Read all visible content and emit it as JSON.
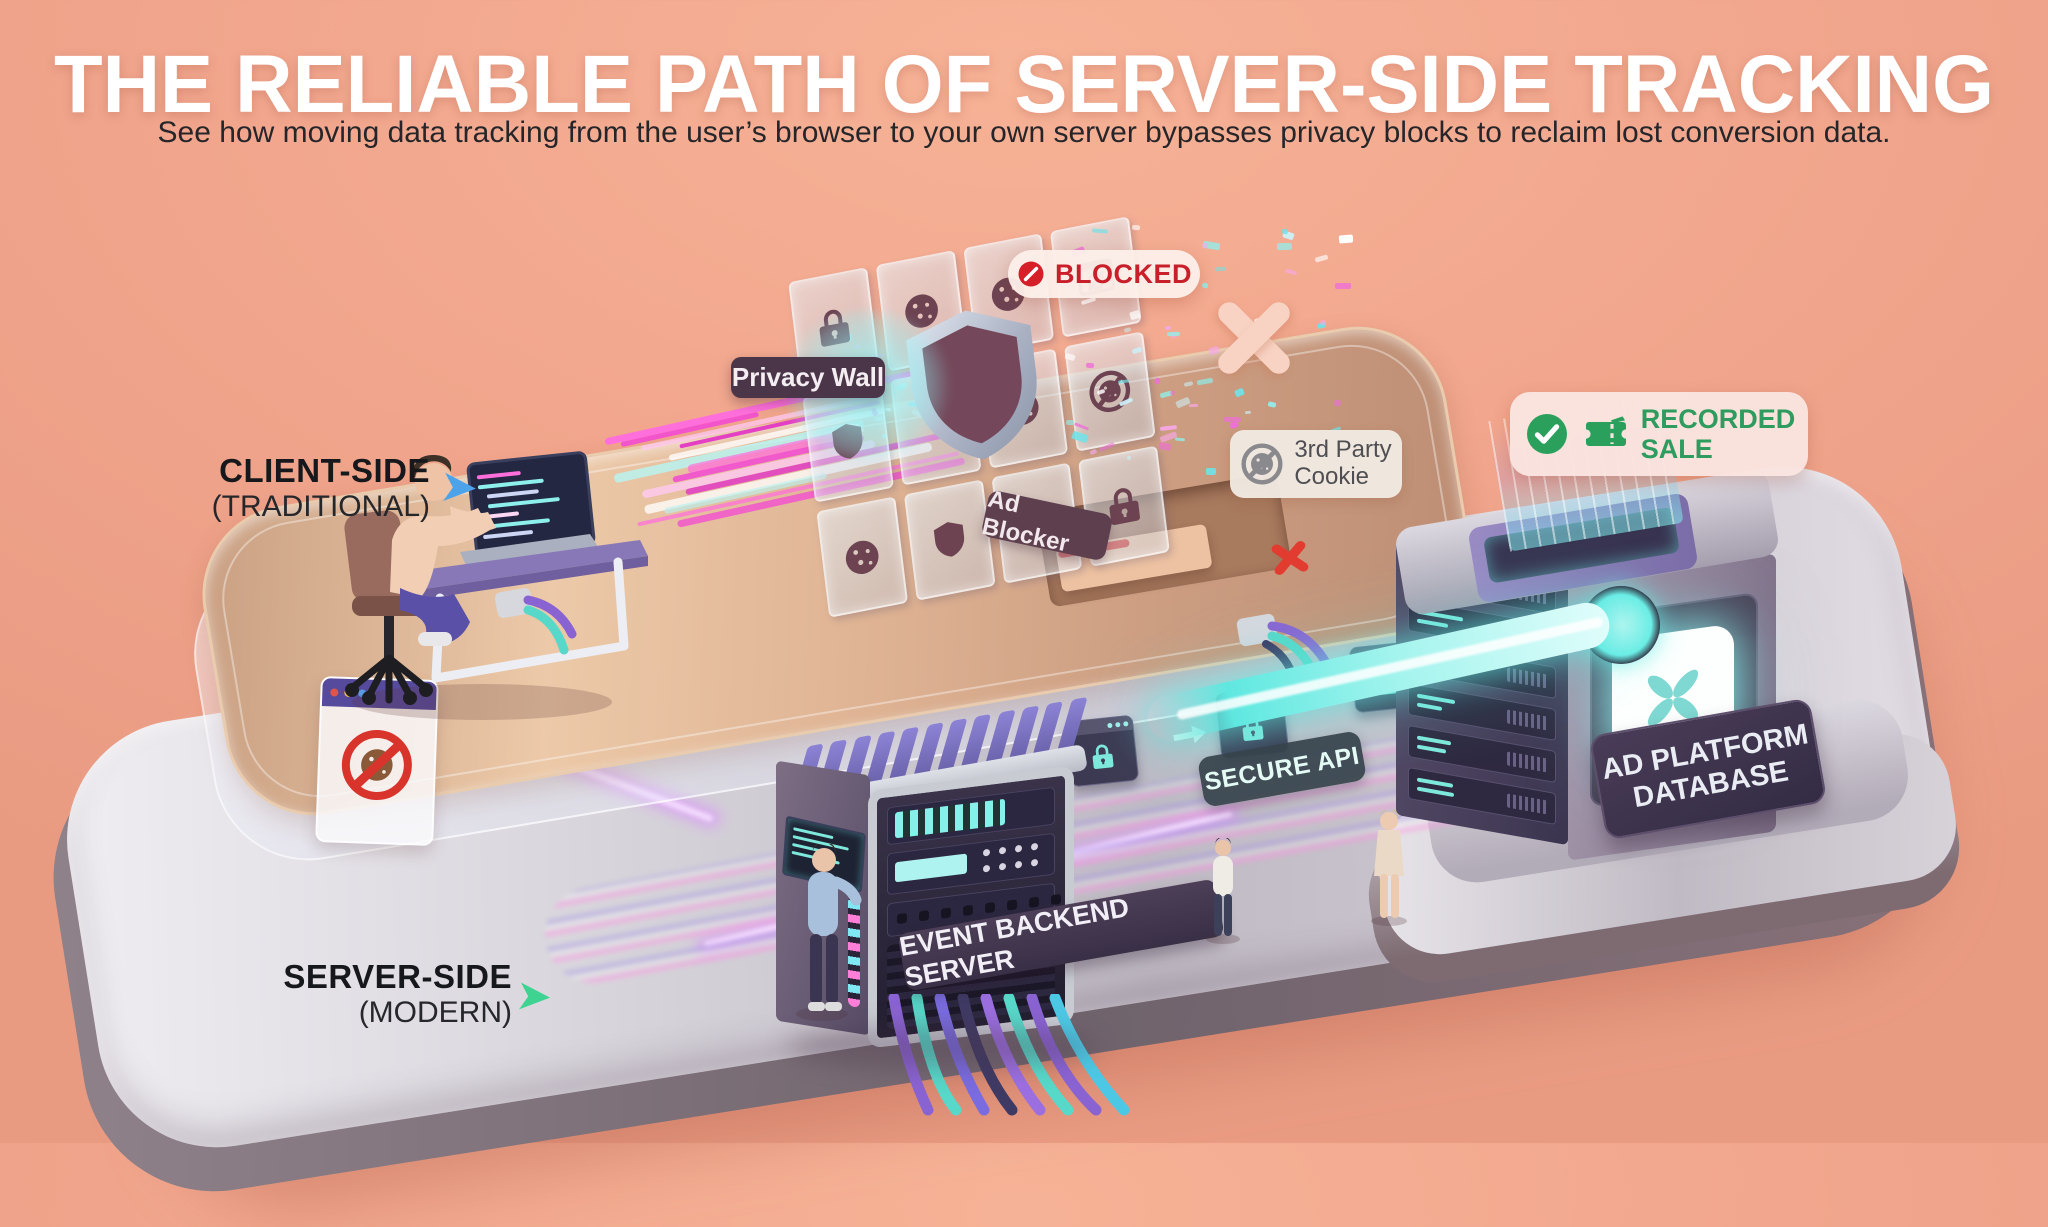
{
  "header": {
    "title": "THE RELIABLE PATH OF SERVER-SIDE TRACKING",
    "subtitle": "See how moving data tracking from the user’s browser to your own server bypasses privacy blocks to reclaim lost conversion data."
  },
  "zone_labels": {
    "client": {
      "title": "CLIENT-SIDE",
      "subtitle": "(TRADITIONAL)"
    },
    "server": {
      "title": "SERVER-SIDE",
      "subtitle": "(MODERN)"
    }
  },
  "badges": {
    "blocked": {
      "label": "BLOCKED"
    },
    "third_party_cookie": {
      "line1": "3rd Party",
      "line2": "Cookie"
    },
    "recorded_sale": {
      "line1": "RECORDED",
      "line2": "SALE"
    }
  },
  "signs": {
    "privacy_wall": "Privacy Wall",
    "ad_blocker": "Ad Blocker",
    "secure_api": "SECURE API",
    "event_backend_server": "EVENT BACKEND SERVER",
    "ad_platform_database_line1": "AD PLATFORM",
    "ad_platform_database_line2": "DATABASE"
  },
  "icons": {
    "blocked_badge": "no-entry-icon",
    "third_party_cookie_badge": "cookie-blocked-icon",
    "recorded_sale_check": "check-circle-icon",
    "recorded_sale_ticket": "ticket-icon",
    "client_arrow": "cursor-arrow-icon",
    "server_arrow": "cursor-arrow-icon",
    "blocked_browser_panel": "cookie-blocked-icon",
    "secure_path_locks": "lock-icon",
    "database_logo": "ad-platform-logo-icon",
    "wall_center": "shield-icon"
  },
  "wall": {
    "tiles": [
      "lock",
      "cookie",
      "cookie",
      "browser-slash",
      "shield",
      "glass",
      "cookie",
      "no-cookie",
      "cookie",
      "shield",
      "no-cookie",
      "lock"
    ]
  },
  "colors": {
    "background": "#f0a48b",
    "title": "#ffffff",
    "subtitle_text": "#26262a",
    "blocked_red": "#c8202b",
    "recorded_green": "#2e9c5e",
    "client_arrow_blue": "#4da3ea",
    "server_arrow_green": "#3ed391",
    "sign_plum": "#4a3648",
    "secure_api_slate": "#37444c",
    "beam_magenta": "#f24fd0",
    "beam_cyan": "#5fe8e0",
    "neon_purple": "#d9a0f2",
    "platform_copper": "#dfb494",
    "platform_silver": "#cfc9d2"
  }
}
